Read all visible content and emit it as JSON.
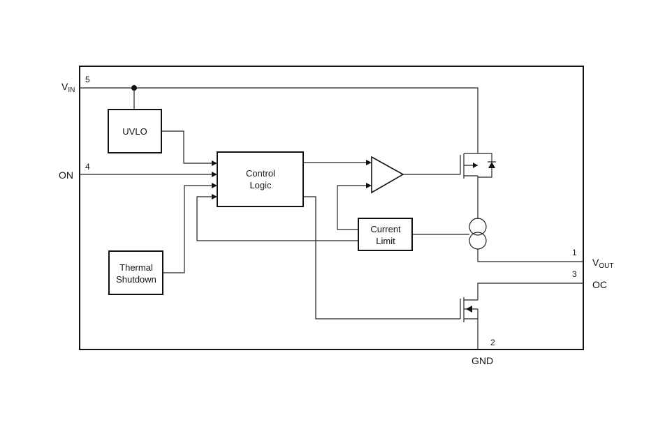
{
  "pins": {
    "vin": {
      "main": "V",
      "sub": "IN",
      "number": "5"
    },
    "on": {
      "label": "ON",
      "number": "4"
    },
    "vout": {
      "main": "V",
      "sub": "OUT",
      "number": "1"
    },
    "oc": {
      "label": "OC",
      "number": "3"
    },
    "gnd": {
      "label": "GND",
      "number": "2"
    }
  },
  "blocks": {
    "uvlo": {
      "label": "UVLO"
    },
    "control_logic": {
      "line1": "Control",
      "line2": "Logic"
    },
    "thermal_shutdown": {
      "line1": "Thermal",
      "line2": "Shutdown"
    },
    "current_limit": {
      "line1": "Current",
      "line2": "Limit"
    }
  }
}
